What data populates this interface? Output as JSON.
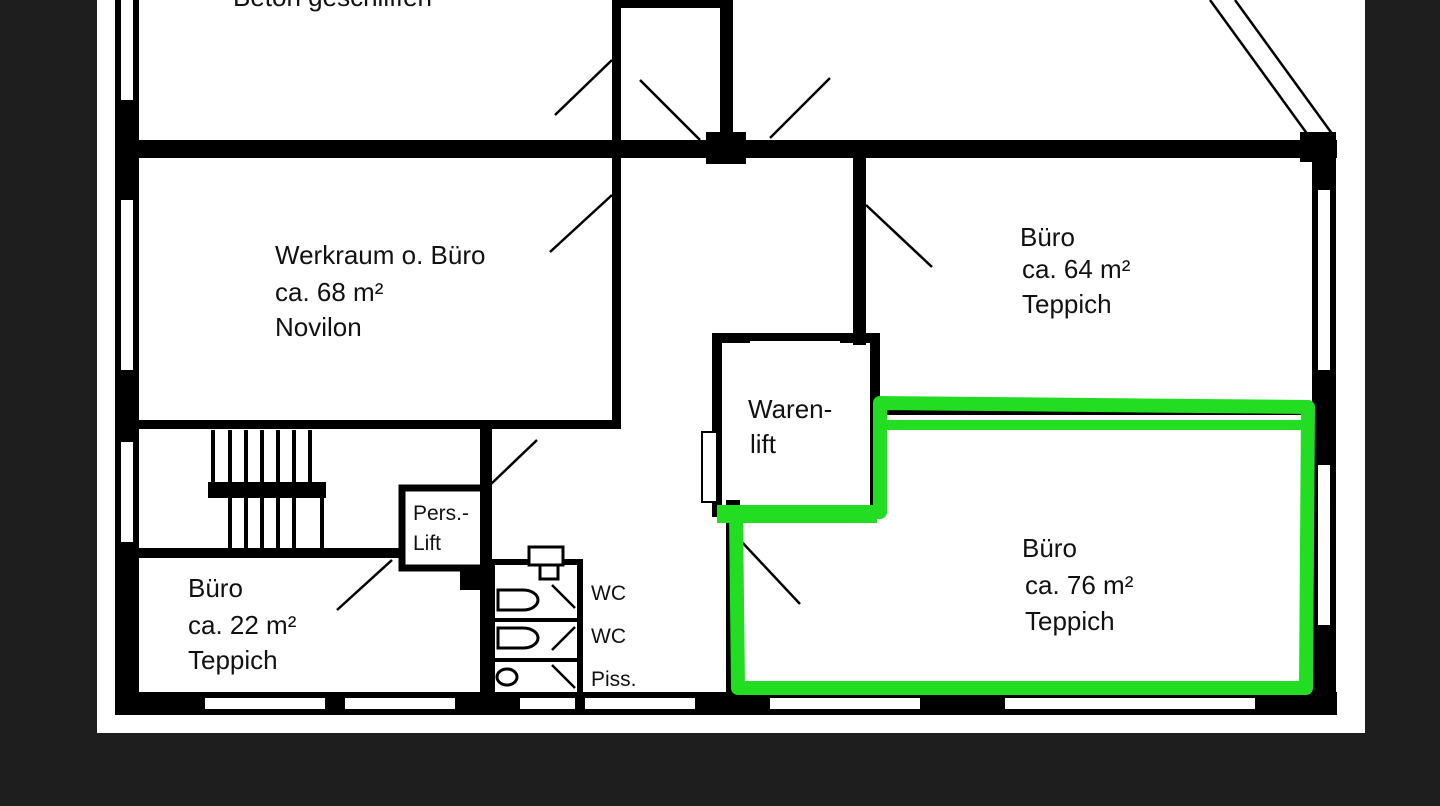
{
  "rooms": {
    "top_left": {
      "line1": "Beton geschliffen"
    },
    "werkraum": {
      "name": "Werkraum o. Büro",
      "area": "ca. 68 m²",
      "floor": "Novilon"
    },
    "buero_64": {
      "name": "Büro",
      "area": "ca. 64 m²",
      "floor": "Teppich"
    },
    "buero_76": {
      "name": "Büro",
      "area": "ca. 76 m²",
      "floor": "Teppich"
    },
    "buero_22": {
      "name": "Büro",
      "area": "ca. 22 m²",
      "floor": "Teppich"
    },
    "warenlift": {
      "line1": "Waren-",
      "line2": "lift"
    },
    "perslift": {
      "line1": "Pers.-",
      "line2": "Lift"
    },
    "wc1": "WC",
    "wc2": "WC",
    "piss": "Piss."
  },
  "colors": {
    "highlight": "#22dd22",
    "background": "#1e1e1e",
    "wall": "#000000"
  }
}
